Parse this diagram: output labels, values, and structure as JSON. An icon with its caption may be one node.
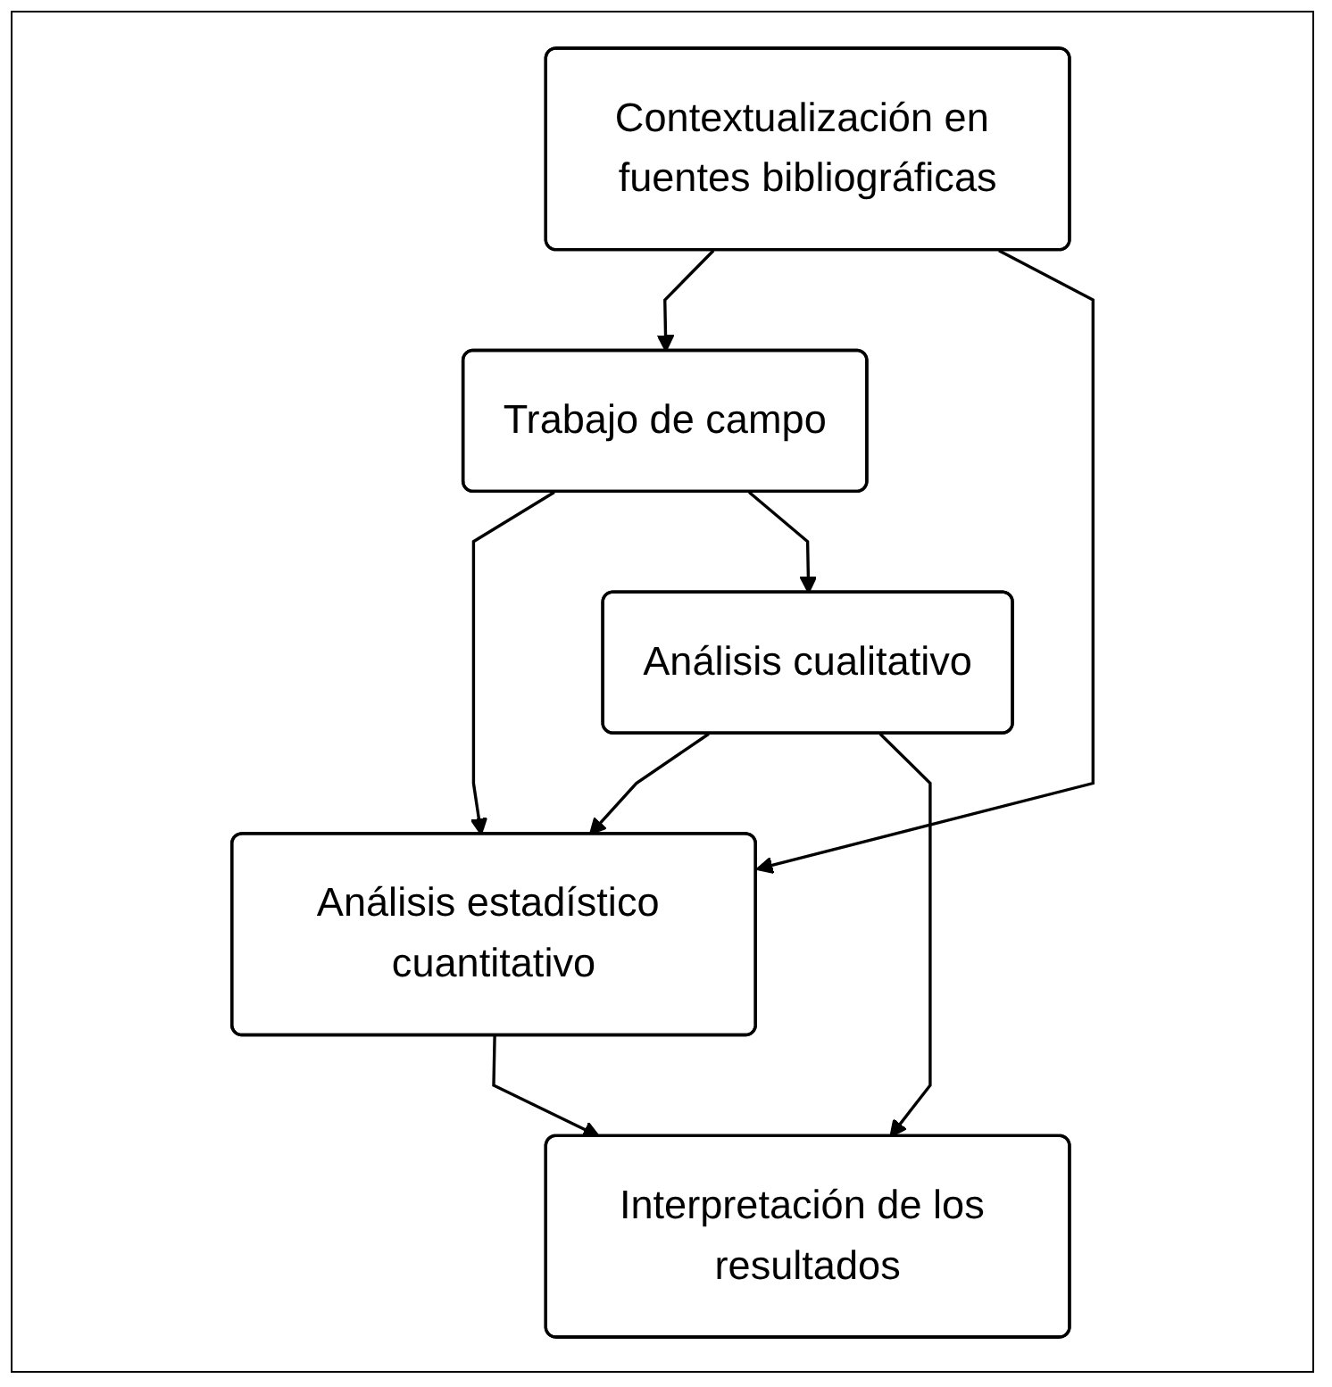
{
  "diagram": {
    "nodes": [
      {
        "text": [
          "Contextualización en fuentes bibliográficas"
        ]
      },
      {
        "text": [
          "Trabajo de campo"
        ]
      },
      {
        "text": [
          "Análisis cualitativo"
        ]
      },
      {
        "text": [
          "Análisis estadístico cuantitativo"
        ]
      },
      {
        "text": [
          "Interpretación de los resultados"
        ]
      }
    ],
    "edges": [
      {
        "from": 0,
        "to": 1,
        "arrow": "to"
      },
      {
        "from": 0,
        "to": 3,
        "arrow": "to"
      },
      {
        "from": 1,
        "to": 3,
        "arrow": "to"
      },
      {
        "from": 1,
        "to": 2,
        "arrow": "to"
      },
      {
        "from": 2,
        "to": 3,
        "arrow": "to"
      },
      {
        "from": 2,
        "to": 4,
        "arrow": "to"
      },
      {
        "from": 3,
        "to": 4,
        "arrow": "to"
      }
    ]
  }
}
